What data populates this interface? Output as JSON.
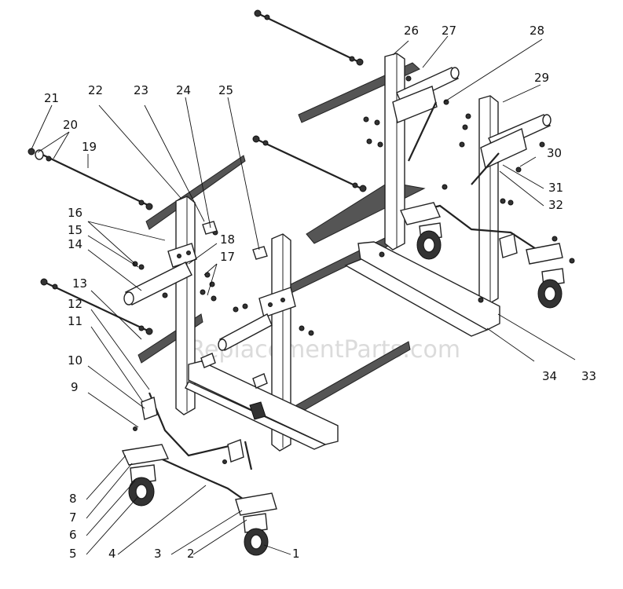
{
  "watermark": "eReplacementParts.com",
  "callouts": [
    "1",
    "2",
    "3",
    "4",
    "5",
    "6",
    "7",
    "8",
    "9",
    "10",
    "11",
    "12",
    "13",
    "14",
    "15",
    "16",
    "17",
    "18",
    "19",
    "20",
    "21",
    "22",
    "23",
    "24",
    "25",
    "26",
    "27",
    "28",
    "29",
    "30",
    "31",
    "32",
    "33",
    "34"
  ]
}
